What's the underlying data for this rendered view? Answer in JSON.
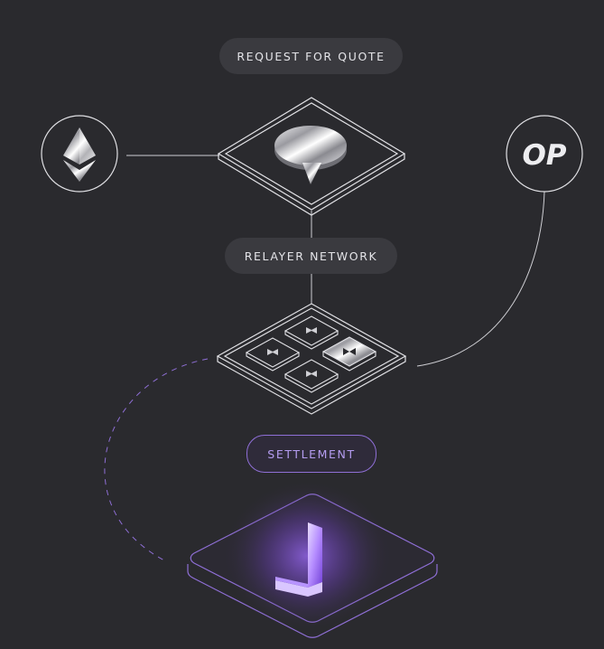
{
  "labels": {
    "request_for_quote": "REQUEST FOR QUOTE",
    "relayer_network": "RELAYER NETWORK",
    "settlement": "SETTLEMENT"
  },
  "nodes": {
    "optimism_logo_text": "OP"
  },
  "icons": {
    "ethereum": "ethereum-icon",
    "optimism": "optimism-icon",
    "chat": "chat-bubble-icon",
    "relayer_tiles": "bowtie-icon",
    "settlement": "l-shaped-logo-icon"
  },
  "colors": {
    "background": "#2a2a2e",
    "line": "#d8d8dc",
    "accent": "#8f6fd6",
    "pill_gray": "#3a3a3f"
  }
}
